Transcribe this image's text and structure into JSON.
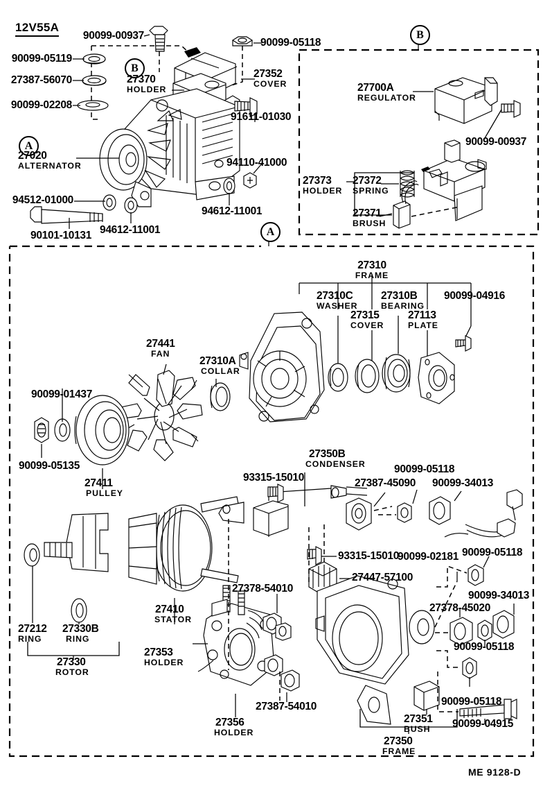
{
  "diagram": {
    "model_code": "12V55A",
    "footer_code": "ME 9128-D",
    "section_markers": [
      {
        "id": "marker-a-top",
        "letter": "A"
      },
      {
        "id": "marker-b-top",
        "letter": "B"
      },
      {
        "id": "marker-b-inset",
        "letter": "B"
      },
      {
        "id": "marker-a-mid",
        "letter": "A"
      }
    ]
  },
  "top_assembly": {
    "title": "Alternator assembly (upper view)",
    "parts": [
      {
        "number": "90099-00937",
        "name": ""
      },
      {
        "number": "90099-05118",
        "name": ""
      },
      {
        "number": "90099-05119",
        "name": ""
      },
      {
        "number": "27387-56070",
        "name": ""
      },
      {
        "number": "90099-02208",
        "name": ""
      },
      {
        "number": "27370",
        "name": "HOLDER"
      },
      {
        "number": "27352",
        "name": "COVER"
      },
      {
        "number": "91611-01030",
        "name": ""
      },
      {
        "number": "27020",
        "name": "ALTERNATOR"
      },
      {
        "number": "94110-41000",
        "name": ""
      },
      {
        "number": "94612-11001",
        "name": ""
      },
      {
        "number": "94512-01000",
        "name": ""
      },
      {
        "number": "94612-11001",
        "name": ""
      },
      {
        "number": "90101-10131",
        "name": ""
      }
    ]
  },
  "regulator_inset": {
    "title": "Regulator detail (B)",
    "parts": [
      {
        "number": "27700A",
        "name": "REGULATOR"
      },
      {
        "number": "90099-00937",
        "name": ""
      },
      {
        "number": "27373",
        "name": "HOLDER"
      },
      {
        "number": "27372",
        "name": "SPRING"
      },
      {
        "number": "27371",
        "name": "BRUSH"
      }
    ]
  },
  "exploded_view": {
    "title": "Alternator exploded view (A)",
    "parts": [
      {
        "number": "27310",
        "name": "FRAME"
      },
      {
        "number": "27310C",
        "name": "WASHER"
      },
      {
        "number": "27310B",
        "name": "BEARING"
      },
      {
        "number": "90099-04916",
        "name": ""
      },
      {
        "number": "27315",
        "name": "COVER"
      },
      {
        "number": "27113",
        "name": "PLATE"
      },
      {
        "number": "27441",
        "name": "FAN"
      },
      {
        "number": "27310A",
        "name": "COLLAR"
      },
      {
        "number": "90099-01437",
        "name": ""
      },
      {
        "number": "90099-05135",
        "name": ""
      },
      {
        "number": "27411",
        "name": "PULLEY"
      },
      {
        "number": "93315-15010",
        "name": ""
      },
      {
        "number": "27350B",
        "name": "CONDENSER"
      },
      {
        "number": "27387-45090",
        "name": ""
      },
      {
        "number": "90099-05118",
        "name": ""
      },
      {
        "number": "90099-34013",
        "name": ""
      },
      {
        "number": "93315-15010",
        "name": ""
      },
      {
        "number": "27447-57100",
        "name": ""
      },
      {
        "number": "90099-02181",
        "name": ""
      },
      {
        "number": "90099-05118",
        "name": ""
      },
      {
        "number": "90099-34013",
        "name": ""
      },
      {
        "number": "27378-45020",
        "name": ""
      },
      {
        "number": "90099-05118",
        "name": ""
      },
      {
        "number": "90099-05118",
        "name": ""
      },
      {
        "number": "90099-04915",
        "name": ""
      },
      {
        "number": "27212",
        "name": "RING"
      },
      {
        "number": "27330B",
        "name": "RING"
      },
      {
        "number": "27330",
        "name": "ROTOR"
      },
      {
        "number": "27410",
        "name": "STATOR"
      },
      {
        "number": "27378-54010",
        "name": ""
      },
      {
        "number": "27353",
        "name": "HOLDER"
      },
      {
        "number": "27387-54010",
        "name": ""
      },
      {
        "number": "27356",
        "name": "HOLDER"
      },
      {
        "number": "27351",
        "name": "BUSH"
      },
      {
        "number": "27350",
        "name": "FRAME"
      }
    ]
  },
  "labels": {
    "t_90099_00937": "90099-00937",
    "t_90099_05118": "90099-05118",
    "t_90099_05119": "90099-05119",
    "t_27387_56070": "27387-56070",
    "t_90099_02208": "90099-02208",
    "t_27370": "27370",
    "t_27370_n": "HOLDER",
    "t_27352": "27352",
    "t_27352_n": "COVER",
    "t_91611": "91611-01030",
    "t_27020": "27020",
    "t_27020_n": "ALTERNATOR",
    "t_94110": "94110-41000",
    "t_94612_a": "94612-11001",
    "t_94612_b": "94612-11001",
    "t_94512": "94512-01000",
    "t_90101": "90101-10131",
    "t_27700A": "27700A",
    "t_27700A_n": "REGULATOR",
    "t_b_90099_00937": "90099-00937",
    "t_27373": "27373",
    "t_27373_n": "HOLDER",
    "t_27372": "27372",
    "t_27372_n": "SPRING",
    "t_27371": "27371",
    "t_27371_n": "BRUSH",
    "t_27310": "27310",
    "t_27310_n": "FRAME",
    "t_27310C": "27310C",
    "t_27310C_n": "WASHER",
    "t_27310B": "27310B",
    "t_27310B_n": "BEARING",
    "t_90099_04916": "90099-04916",
    "t_27315": "27315",
    "t_27315_n": "COVER",
    "t_27113": "27113",
    "t_27113_n": "PLATE",
    "t_27441": "27441",
    "t_27441_n": "FAN",
    "t_27310A": "27310A",
    "t_27310A_n": "COLLAR",
    "t_90099_01437": "90099-01437",
    "t_90099_05135": "90099-05135",
    "t_27411": "27411",
    "t_27411_n": "PULLEY",
    "t_93315_a": "93315-15010",
    "t_93315_b": "93315-15010",
    "t_27350B": "27350B",
    "t_27350B_n": "CONDENSER",
    "t_27387_45090": "27387-45090",
    "t_90099_05118_b": "90099-05118",
    "t_90099_34013_a": "90099-34013",
    "t_27447": "27447-57100",
    "t_90099_02181": "90099-02181",
    "t_90099_05118_c": "90099-05118",
    "t_90099_34013_b": "90099-34013",
    "t_27378_45020": "27378-45020",
    "t_90099_05118_d": "90099-05118",
    "t_90099_05118_e": "90099-05118",
    "t_90099_04915": "90099-04915",
    "t_27212": "27212",
    "t_27212_n": "RING",
    "t_27330B": "27330B",
    "t_27330B_n": "RING",
    "t_27330": "27330",
    "t_27330_n": "ROTOR",
    "t_27410": "27410",
    "t_27410_n": "STATOR",
    "t_27378_54010": "27378-54010",
    "t_27353": "27353",
    "t_27353_n": "HOLDER",
    "t_27387_54010": "27387-54010",
    "t_27356": "27356",
    "t_27356_n": "HOLDER",
    "t_27351": "27351",
    "t_27351_n": "BUSH",
    "t_27350": "27350",
    "t_27350_n": "FRAME"
  }
}
